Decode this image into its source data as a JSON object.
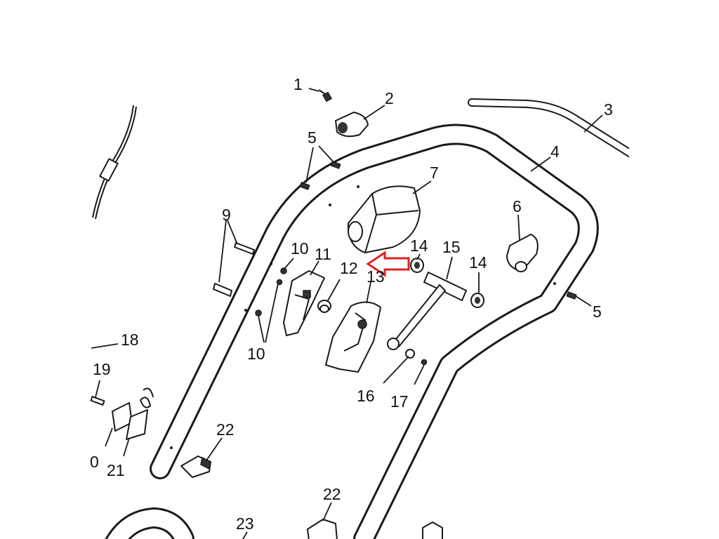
{
  "callouts": [
    {
      "id": "c1",
      "text": "1"
    },
    {
      "id": "c2",
      "text": "2"
    },
    {
      "id": "c3",
      "text": "3"
    },
    {
      "id": "c4",
      "text": "4"
    },
    {
      "id": "c5a",
      "text": "5"
    },
    {
      "id": "c5b",
      "text": "5"
    },
    {
      "id": "c6",
      "text": "6"
    },
    {
      "id": "c7",
      "text": "7"
    },
    {
      "id": "c9",
      "text": "9"
    },
    {
      "id": "c10a",
      "text": "10"
    },
    {
      "id": "c10b",
      "text": "10"
    },
    {
      "id": "c11",
      "text": "11"
    },
    {
      "id": "c12",
      "text": "12"
    },
    {
      "id": "c13",
      "text": "13"
    },
    {
      "id": "c14a",
      "text": "14"
    },
    {
      "id": "c14b",
      "text": "14"
    },
    {
      "id": "c15",
      "text": "15"
    },
    {
      "id": "c16",
      "text": "16"
    },
    {
      "id": "c17",
      "text": "17"
    },
    {
      "id": "c18",
      "text": "18"
    },
    {
      "id": "c19",
      "text": "19"
    },
    {
      "id": "c20",
      "text": "0"
    },
    {
      "id": "c21",
      "text": "21"
    },
    {
      "id": "c22a",
      "text": "22"
    },
    {
      "id": "c22b",
      "text": "22"
    },
    {
      "id": "c23",
      "text": "23"
    }
  ],
  "highlight": {
    "target": "12",
    "arrow_color": "#e02020"
  },
  "colors": {
    "line": "#1a1a1a",
    "background": "#ffffff",
    "side_margin": "#ffffff"
  }
}
